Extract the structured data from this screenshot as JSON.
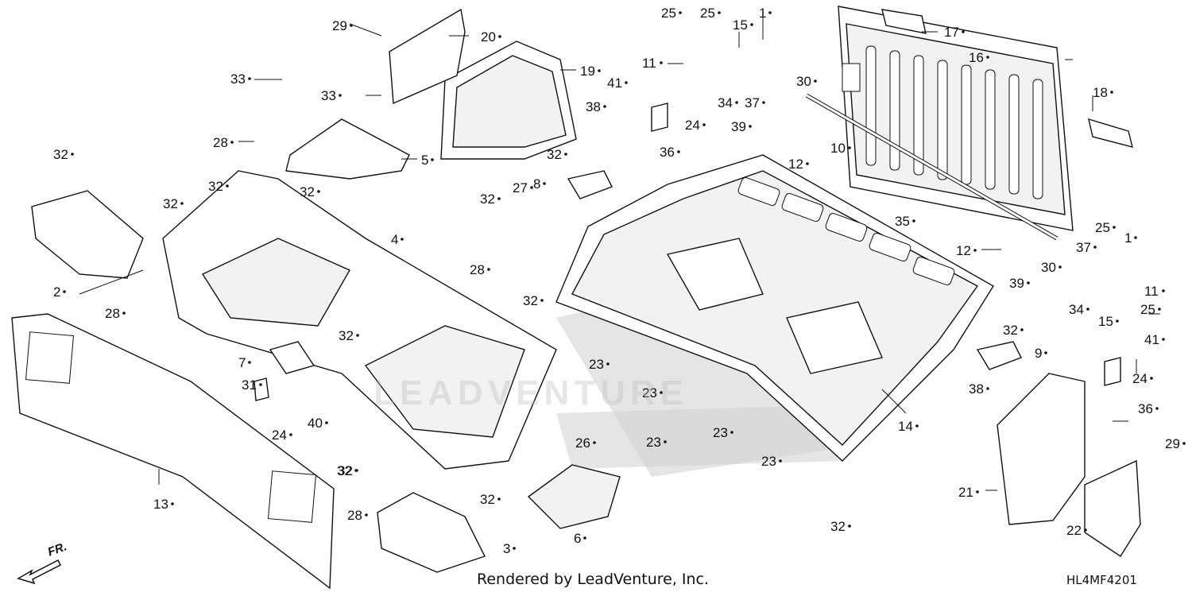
{
  "diagram": {
    "credit": "Rendered by LeadVenture, Inc.",
    "code": "HL4MF4201",
    "front_label": "FR.",
    "watermark": "LEADVENTURE"
  },
  "callouts": [
    {
      "label": "29"
    },
    {
      "label": "20"
    },
    {
      "label": "19"
    },
    {
      "label": "33"
    },
    {
      "label": "33"
    },
    {
      "label": "38"
    },
    {
      "label": "28"
    },
    {
      "label": "5"
    },
    {
      "label": "25"
    },
    {
      "label": "25"
    },
    {
      "label": "15"
    },
    {
      "label": "1"
    },
    {
      "label": "11"
    },
    {
      "label": "41"
    },
    {
      "label": "34"
    },
    {
      "label": "37"
    },
    {
      "label": "30"
    },
    {
      "label": "24"
    },
    {
      "label": "39"
    },
    {
      "label": "10"
    },
    {
      "label": "12"
    },
    {
      "label": "36"
    },
    {
      "label": "32"
    },
    {
      "label": "17"
    },
    {
      "label": "16"
    },
    {
      "label": "18"
    },
    {
      "label": "32"
    },
    {
      "label": "32"
    },
    {
      "label": "32"
    },
    {
      "label": "32"
    },
    {
      "label": "8"
    },
    {
      "label": "27"
    },
    {
      "label": "32"
    },
    {
      "label": "35"
    },
    {
      "label": "2"
    },
    {
      "label": "4"
    },
    {
      "label": "28"
    },
    {
      "label": "32"
    },
    {
      "label": "28"
    },
    {
      "label": "32"
    },
    {
      "label": "12"
    },
    {
      "label": "39"
    },
    {
      "label": "30"
    },
    {
      "label": "37"
    },
    {
      "label": "25"
    },
    {
      "label": "1"
    },
    {
      "label": "11"
    },
    {
      "label": "34"
    },
    {
      "label": "15"
    },
    {
      "label": "25"
    },
    {
      "label": "7"
    },
    {
      "label": "23"
    },
    {
      "label": "23"
    },
    {
      "label": "32"
    },
    {
      "label": "9"
    },
    {
      "label": "41"
    },
    {
      "label": "31"
    },
    {
      "label": "40"
    },
    {
      "label": "24"
    },
    {
      "label": "23"
    },
    {
      "label": "38"
    },
    {
      "label": "14"
    },
    {
      "label": "24"
    },
    {
      "label": "36"
    },
    {
      "label": "13"
    },
    {
      "label": "32"
    },
    {
      "label": "26"
    },
    {
      "label": "23"
    },
    {
      "label": "23"
    },
    {
      "label": "32"
    },
    {
      "label": "29"
    },
    {
      "label": "21"
    },
    {
      "label": "22"
    },
    {
      "label": "32"
    },
    {
      "label": "3"
    },
    {
      "label": "6"
    },
    {
      "label": "28"
    },
    {
      "label": "32"
    }
  ]
}
